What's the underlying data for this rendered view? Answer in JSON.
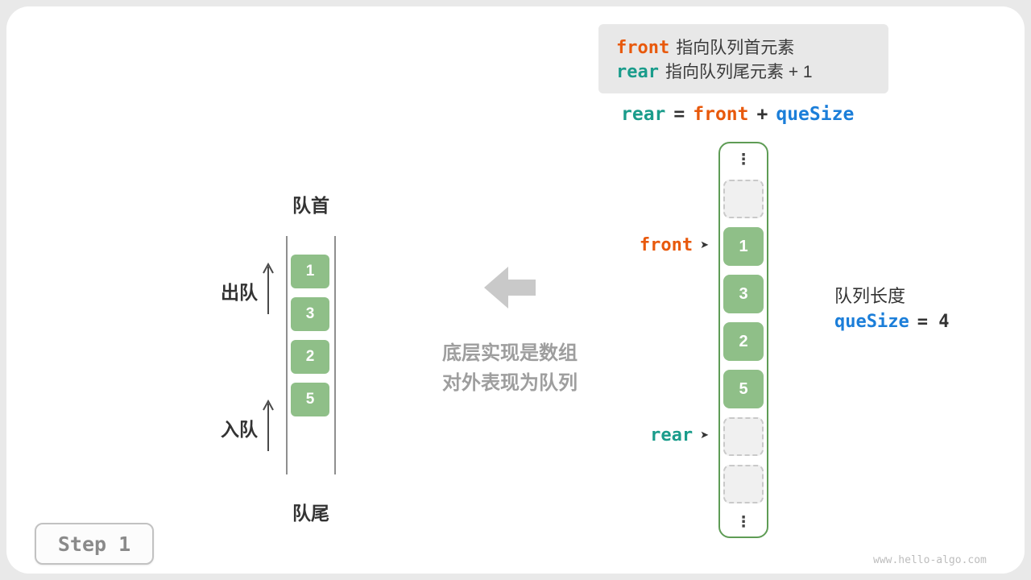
{
  "info_box": {
    "front_code": "front",
    "front_desc": "指向队列首元素",
    "rear_code": "rear",
    "rear_desc": "指向队列尾元素 + 1"
  },
  "equation": {
    "rear": "rear",
    "equals": "=",
    "front": "front",
    "plus": "+",
    "quesize": "queSize"
  },
  "left_queue": {
    "head_label": "队首",
    "tail_label": "队尾",
    "dequeue_label": "出队",
    "enqueue_label": "入队",
    "values": [
      "1",
      "3",
      "2",
      "5"
    ]
  },
  "center": {
    "caption_line1": "底层实现是数组",
    "caption_line2": "对外表现为队列"
  },
  "array_view": {
    "ellipsis": "⋮",
    "values": [
      "1",
      "3",
      "2",
      "5"
    ],
    "front_pointer_label": "front",
    "rear_pointer_label": "rear",
    "pointer_arrow": "➤"
  },
  "right_info": {
    "length_label": "队列长度",
    "quesize_code": "queSize",
    "quesize_rest": "= 4"
  },
  "step_badge": {
    "label": "Step 1"
  },
  "watermark": "www.hello-algo.com",
  "colors": {
    "front_orange": "#E8590C",
    "rear_teal": "#1A9C8B",
    "quesize_blue": "#1B7ED9",
    "cell_green": "#8FBF88",
    "array_border": "#5E9C55"
  }
}
